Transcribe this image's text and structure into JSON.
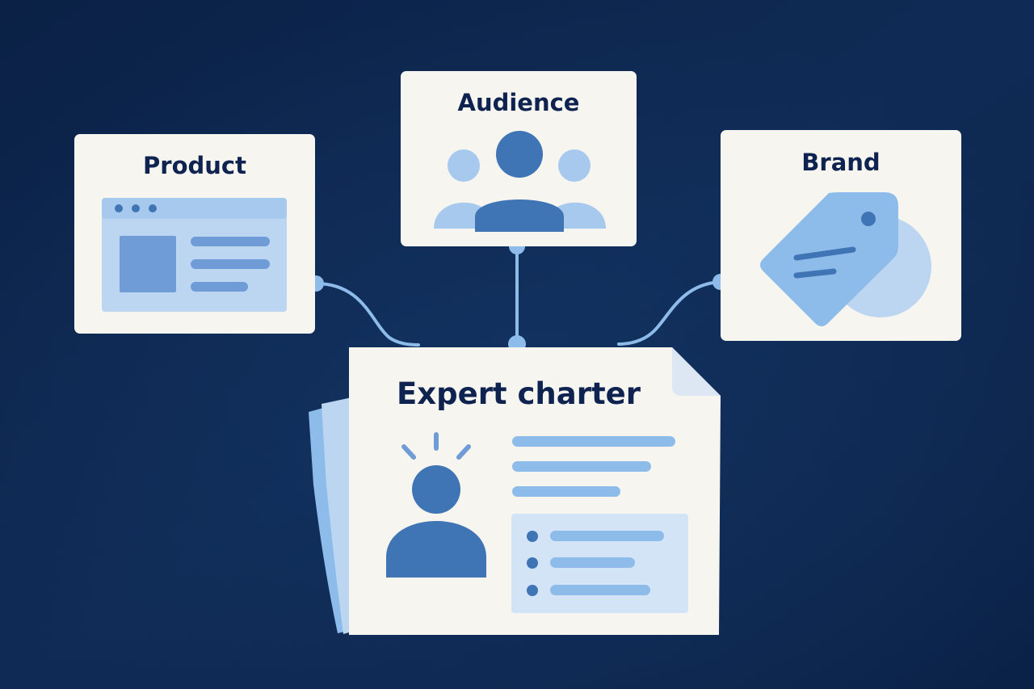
{
  "nodes": {
    "product": {
      "label": "Product"
    },
    "audience": {
      "label": "Audience"
    },
    "brand": {
      "label": "Brand"
    },
    "charter": {
      "label": "Expert charter"
    }
  },
  "colors": {
    "background": "#0f2a52",
    "card": "#f7f5ef",
    "text": "#0f2350",
    "accent": "#3f74b5",
    "accent_mid": "#6f9bd6",
    "accent_light": "#bcd6f2",
    "connector": "#8ebcea"
  },
  "icons": {
    "product": "browser-window-icon",
    "audience": "people-group-icon",
    "brand": "price-tag-icon",
    "charter": "expert-person-icon"
  }
}
